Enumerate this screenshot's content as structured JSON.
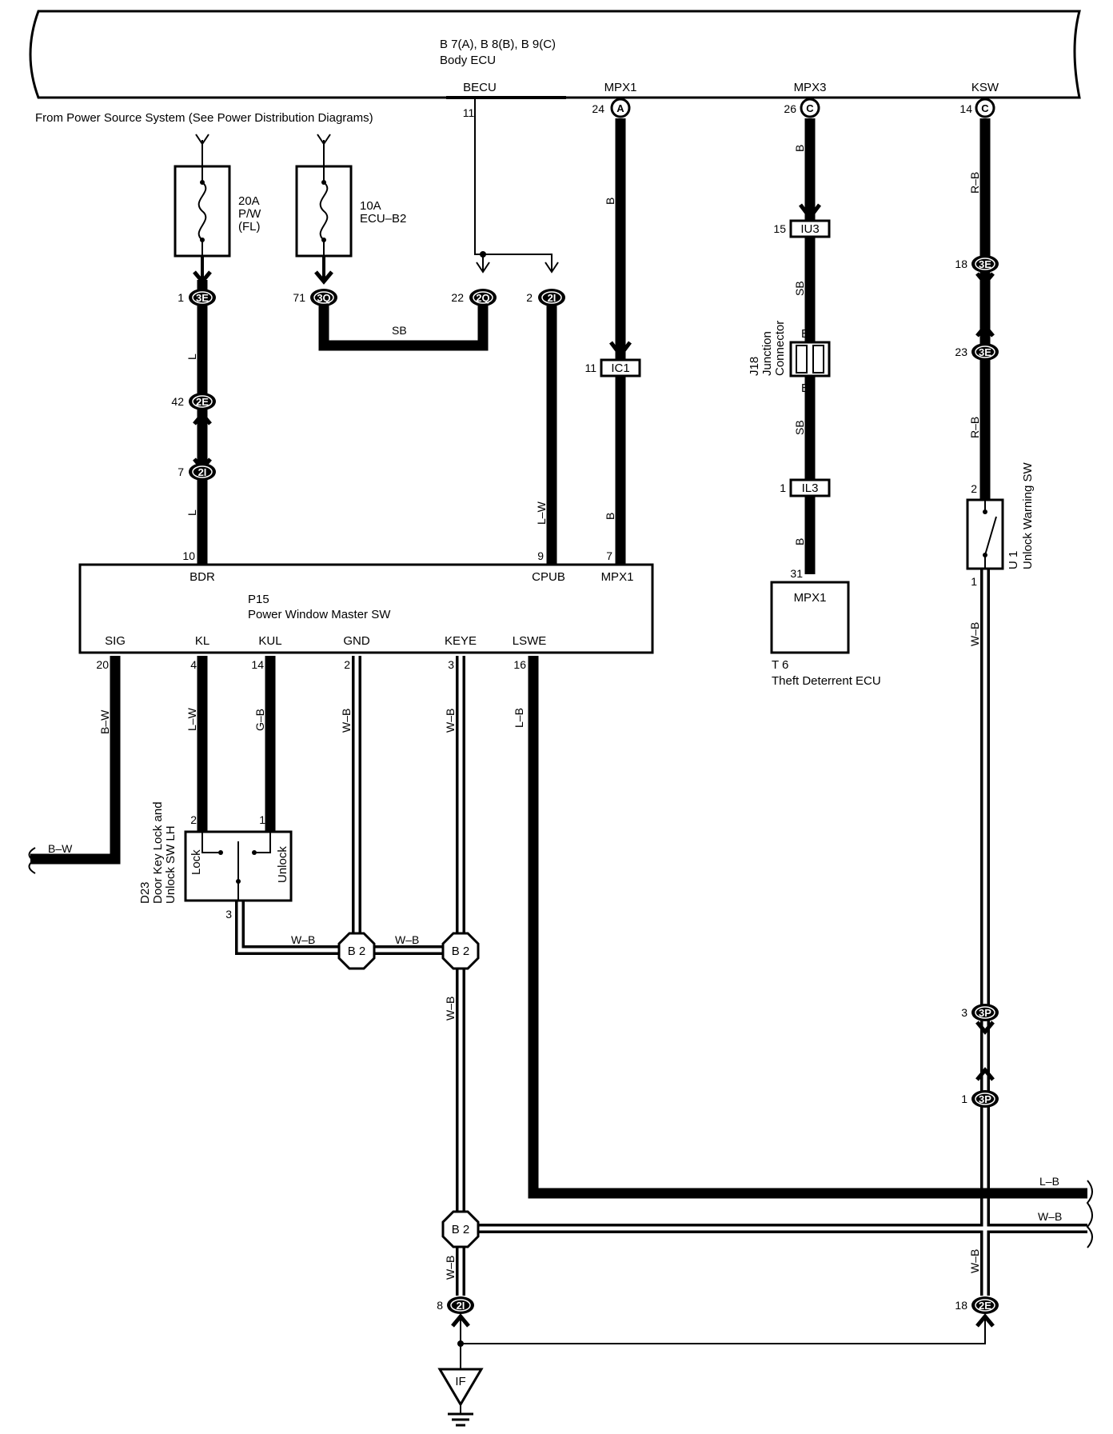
{
  "body_ecu": {
    "title": "B 7(A), B 8(B), B 9(C)",
    "name": "Body ECU",
    "terminals": {
      "becu": "BECU",
      "mpx1": "MPX1",
      "mpx3": "MPX3",
      "ksw": "KSW"
    },
    "pins": {
      "becu": "11",
      "mpx1": "24",
      "mpx3": "26",
      "ksw": "14"
    },
    "conn_letters": {
      "mpx1": "A",
      "mpx3": "C",
      "ksw": "C"
    }
  },
  "power_source_note": "From Power Source System (See Power Distribution Diagrams)",
  "fuses": [
    {
      "rating": "20A",
      "name1": "P/W",
      "name2": "(FL)"
    },
    {
      "rating": "10A",
      "name1": "ECU–B2",
      "name2": ""
    }
  ],
  "connectors": {
    "c3E_1": {
      "pin": "1",
      "id": "3E"
    },
    "c3Q_71": {
      "pin": "71",
      "id": "3Q"
    },
    "c2Q_22": {
      "pin": "22",
      "id": "2Q"
    },
    "c2I_2": {
      "pin": "2",
      "id": "2I"
    },
    "c2E_42": {
      "pin": "42",
      "id": "2E"
    },
    "c2I_7": {
      "pin": "7",
      "id": "2I"
    },
    "c3E_18": {
      "pin": "18",
      "id": "3E"
    },
    "c3E_23": {
      "pin": "23",
      "id": "3E"
    },
    "c3P_3": {
      "pin": "3",
      "id": "3P"
    },
    "c3P_1": {
      "pin": "1",
      "id": "3P"
    },
    "c2I_8": {
      "pin": "8",
      "id": "2I"
    },
    "c2E_18": {
      "pin": "18",
      "id": "2E"
    },
    "iIC1": {
      "pin": "11",
      "id": "IC1"
    },
    "iIU3": {
      "pin": "15",
      "id": "IU3"
    },
    "iIL3": {
      "pin": "1",
      "id": "IL3"
    }
  },
  "junction": {
    "code": "J18",
    "line1": "Junction",
    "line2": "Connector",
    "top": "E",
    "bottom": "E"
  },
  "master_sw": {
    "code": "P15",
    "name": "Power Window Master SW",
    "top_terminals": [
      {
        "pin": "10",
        "name": "BDR"
      },
      {
        "pin": "9",
        "name": "CPUB"
      },
      {
        "pin": "7",
        "name": "MPX1"
      }
    ],
    "bottom_terminals": [
      {
        "pin": "20",
        "name": "SIG"
      },
      {
        "pin": "4",
        "name": "KL"
      },
      {
        "pin": "14",
        "name": "KUL"
      },
      {
        "pin": "2",
        "name": "GND"
      },
      {
        "pin": "3",
        "name": "KEYE"
      },
      {
        "pin": "16",
        "name": "LSWE"
      }
    ]
  },
  "theft_ecu": {
    "code": "T 6",
    "name": "Theft Deterrent ECU",
    "terminal": "MPX1",
    "pin": "31"
  },
  "unlock_warning_sw": {
    "code": "U 1",
    "name": "Unlock Warning SW",
    "pin_top": "2",
    "pin_bottom": "1"
  },
  "door_key_sw": {
    "code": "D23",
    "line1": "Door Key Lock and",
    "line2": "Unlock SW LH",
    "lock": "Lock",
    "unlock": "Unlock",
    "pin_kl": "2",
    "pin_kul": "1",
    "pin_common": "3"
  },
  "splices": [
    "B 2",
    "B 2",
    "B 2"
  ],
  "ground": "IF",
  "wire_colors": {
    "sb": "SB",
    "b": "B",
    "l_w": "L–W",
    "r_b": "R–B",
    "w_b": "W–B",
    "b_w": "B–W",
    "g_b": "G–B",
    "l_b": "L–B",
    "l": "L"
  }
}
